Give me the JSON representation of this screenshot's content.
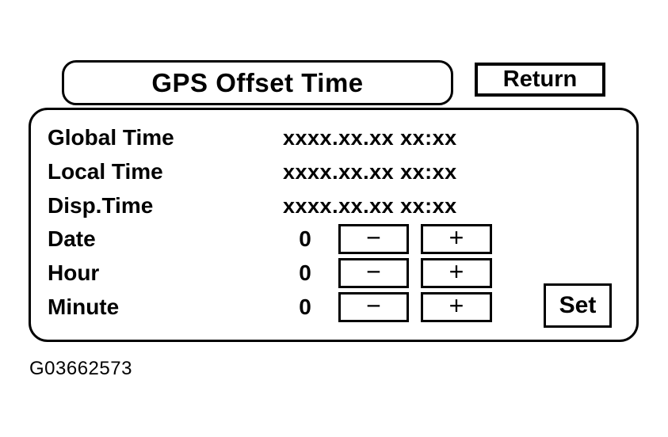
{
  "header": {
    "title": "GPS Offset Time",
    "return_label": "Return"
  },
  "panel": {
    "time_rows": [
      {
        "label": "Global Time",
        "value": "xxxx.xx.xx xx:xx"
      },
      {
        "label": "Local Time",
        "value": "xxxx.xx.xx xx:xx"
      },
      {
        "label": "Disp.Time",
        "value": "xxxx.xx.xx xx:xx"
      }
    ],
    "adjust_rows": [
      {
        "label": "Date",
        "value": "0",
        "minus_label": "−",
        "plus_label": "+"
      },
      {
        "label": "Hour",
        "value": "0",
        "minus_label": "−",
        "plus_label": "+"
      },
      {
        "label": "Minute",
        "value": "0",
        "minus_label": "−",
        "plus_label": "+"
      }
    ],
    "set_label": "Set"
  },
  "figure_id": "G03662573",
  "colors": {
    "ink": "#000000",
    "background": "#ffffff"
  }
}
